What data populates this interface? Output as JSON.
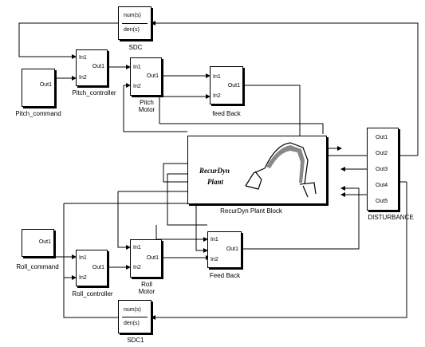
{
  "sdc": {
    "num": "num(s)",
    "den": "den(s)",
    "label": "SDC"
  },
  "sdc1": {
    "num": "num(s)",
    "den": "den(s)",
    "label": "SDC1"
  },
  "pitch_command": {
    "port": "Out1",
    "label": "Pitch_command"
  },
  "pitch_controller": {
    "in1": "In1",
    "in2": "In2",
    "out": "Out1",
    "label": "Pitch_controller"
  },
  "pitch_motor": {
    "in1": "In1",
    "in2": "In2",
    "out": "Out1",
    "label_line1": "Pitch",
    "label_line2": "Motor"
  },
  "feedback_top": {
    "in1": "In1",
    "in2": "In2",
    "out": "Out1",
    "label": "feed Back"
  },
  "plant": {
    "label": "RecurDyn Plant Block",
    "name_line1": "RecurDyn",
    "name_line2": "Plant"
  },
  "disturbance": {
    "outs": [
      "Out1",
      "Out2",
      "Out3",
      "Out4",
      "Out5"
    ],
    "label": "DISTURBANCE"
  },
  "roll_command": {
    "port": "Out1",
    "label": "Roll_command"
  },
  "roll_controller": {
    "in1": "In1",
    "in2": "In2",
    "out": "Out1",
    "label": "Roll_controller"
  },
  "roll_motor": {
    "in1": "In1",
    "in2": "In2",
    "out": "Out1",
    "label_line1": "Roll",
    "label_line2": "Motor"
  },
  "feedback_bottom": {
    "in1": "In1",
    "in2": "In2",
    "out": "Out1",
    "label": "Feed Back"
  }
}
